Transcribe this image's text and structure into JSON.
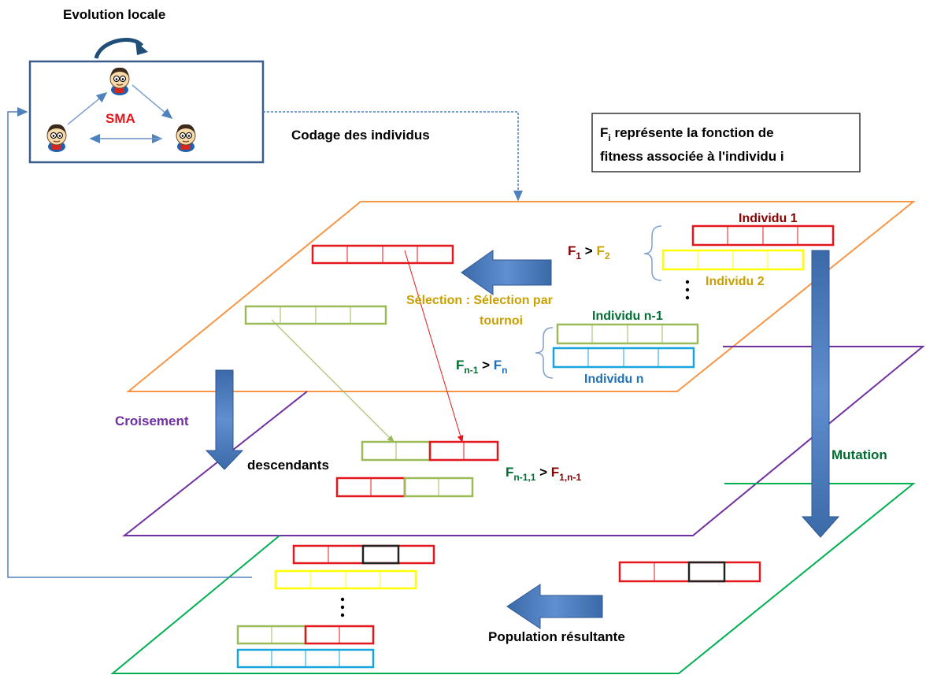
{
  "labels": {
    "evolution_locale": "Evolution locale",
    "sma": "SMA",
    "codage": "Codage des individus",
    "note_line1_prefix": "F",
    "note_line1_sub": "i",
    "note_line1_rest": " représente la fonction de",
    "note_line2": "fitness associée à l'individu i",
    "individu_1": "Individu 1",
    "individu_2": "Individu 2",
    "individu_n_minus_1": "Individu n-1",
    "individu_n": "Individu n",
    "selection_line1": "Sélection : Sélection par",
    "selection_line2": "tournoi",
    "croisement": "Croisement",
    "descendants": "descendants",
    "mutation": "Mutation",
    "population": "Population résultante"
  },
  "formulas": {
    "f1_gt_f2": {
      "a": "F",
      "a_sub": "1",
      "op": " > ",
      "b": "F",
      "b_sub": "2"
    },
    "fn1_gt_fn": {
      "a": "F",
      "a_sub": "n-1",
      "op": " > ",
      "b": "F",
      "b_sub": "n"
    },
    "fn11_gt_f1n1": {
      "a": "F",
      "a_sub": "n-1,1",
      "op": " > ",
      "b": "F",
      "b_sub": "1,n-1"
    }
  },
  "colors": {
    "orange_plane": "#f79646",
    "purple_plane": "#7030a0",
    "green_plane": "#00b050",
    "arrow_blue": "#4f81bd",
    "red": "#e3171c",
    "yellow": "#ffff00",
    "olive": "#9bbb59",
    "cyan": "#17a5e0",
    "dark_red": "#8b0000",
    "dark_green": "#006d32",
    "steel_blue": "#1f6fb5",
    "gold": "#c9a000"
  },
  "icons": [
    "agent-icon",
    "cycle-arrow-icon"
  ]
}
